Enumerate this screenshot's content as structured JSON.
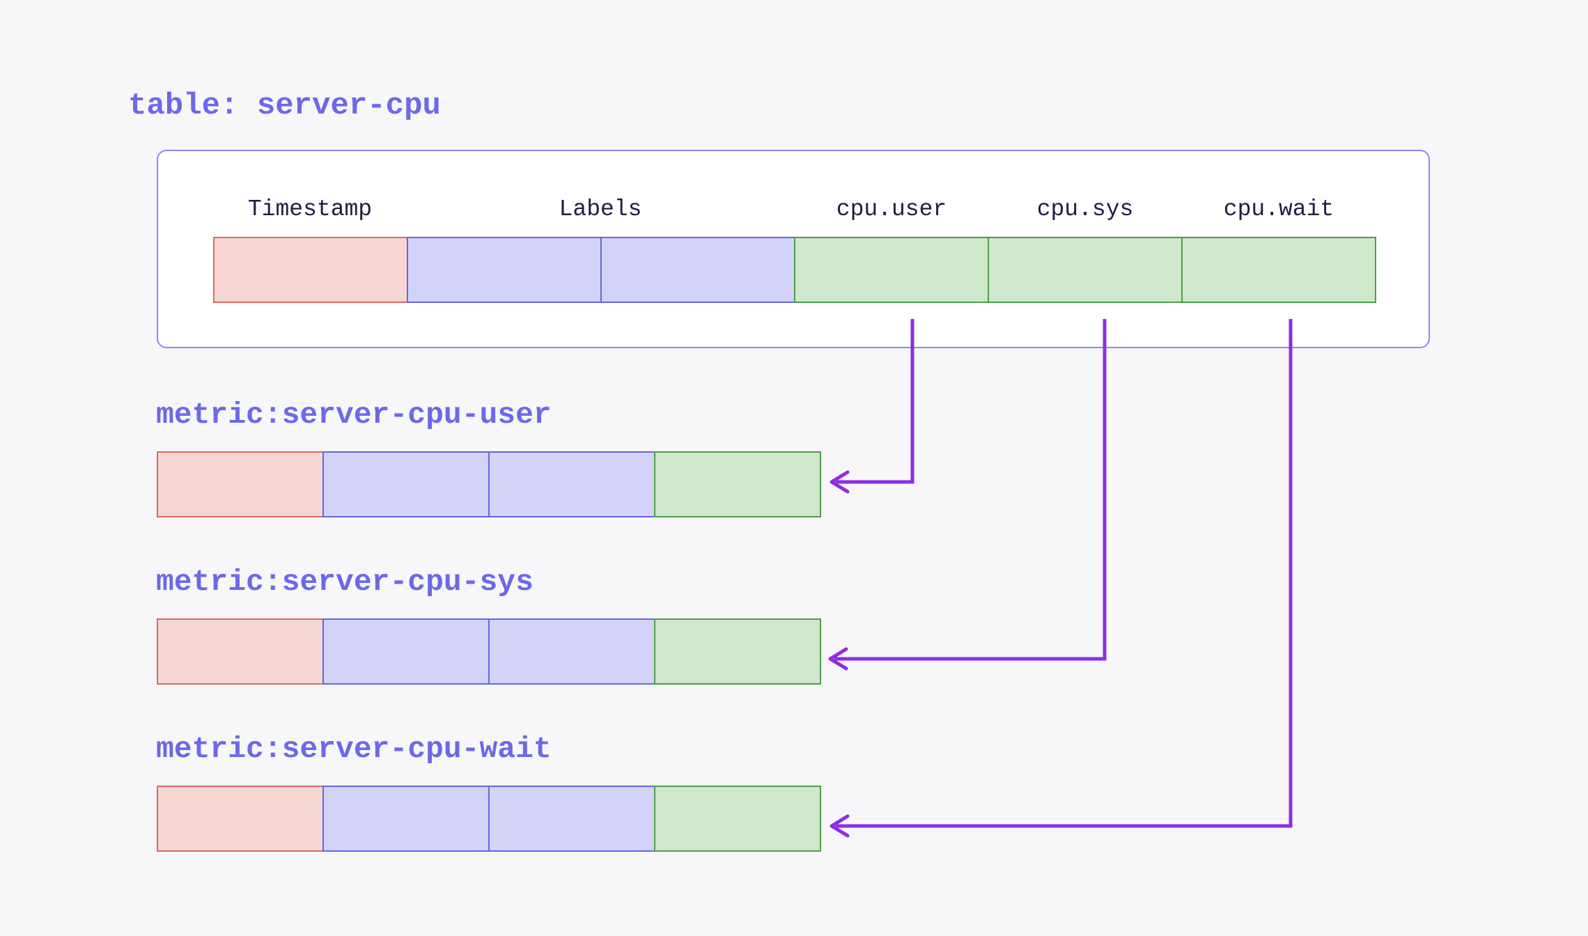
{
  "diagram": {
    "title": "table: server-cpu",
    "table_box": {
      "headers": [
        "Timestamp",
        "Labels",
        "cpu.user",
        "cpu.sys",
        "cpu.wait"
      ],
      "row_cells": [
        "timestamp",
        "label",
        "label",
        "field",
        "field",
        "field"
      ]
    },
    "metrics": [
      {
        "label": "metric:server-cpu-user",
        "arrow_from": "cpu.user",
        "row_cells": [
          "timestamp",
          "label",
          "label",
          "field"
        ]
      },
      {
        "label": "metric:server-cpu-sys",
        "arrow_from": "cpu.sys",
        "row_cells": [
          "timestamp",
          "label",
          "label",
          "field"
        ]
      },
      {
        "label": "metric:server-cpu-wait",
        "arrow_from": "cpu.wait",
        "row_cells": [
          "timestamp",
          "label",
          "label",
          "field"
        ]
      }
    ],
    "colors": {
      "background": "#f7f7f9",
      "heading_text": "#6d68e8",
      "header_text": "#241b40",
      "box_fill": "#ffffff",
      "box_border": "#8b89f4",
      "timestamp_fill": "#f6d6d2",
      "timestamp_border": "#d96a5f",
      "labels_fill": "#d3d3f9",
      "labels_border": "#6663e6",
      "field_fill": "#cfe8cb",
      "field_border": "#4e9e47",
      "arrow": "#8e2de2"
    }
  }
}
